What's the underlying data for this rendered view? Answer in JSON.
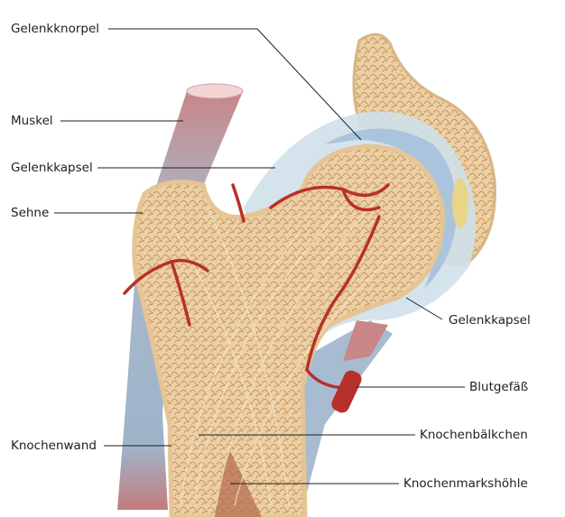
{
  "labels": {
    "gelenkknorpel": "Gelenkknorpel",
    "muskel": "Muskel",
    "gelenkkapsel_left": "Gelenkkapsel",
    "sehne": "Sehne",
    "gelenkkapsel_right": "Gelenkkapsel",
    "blutgefaess": "Blutgefäß",
    "knochenbaelkchen": "Knochenbälkchen",
    "knochenwand": "Knochenwand",
    "knochenmarkshoehle": "Knochenmarkshöhle"
  },
  "colors": {
    "bone": "#e9c898",
    "trabecula": "#c99a66",
    "cartilage": "#a9c4dc",
    "capsule": "#cfe0ea",
    "muscle": "#c98a8a",
    "tendon": "#9fb6cc",
    "vessel": "#b8302a",
    "leader": "#1e1e1e"
  }
}
